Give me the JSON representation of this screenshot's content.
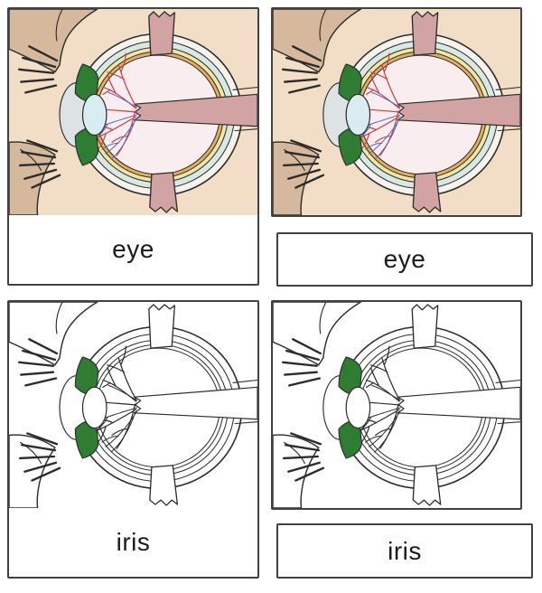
{
  "cards": {
    "eye_labeled": {
      "label": "eye",
      "variant": "colored"
    },
    "eye_picture": {
      "variant": "colored"
    },
    "eye_label": {
      "label": "eye"
    },
    "iris_labeled": {
      "label": "iris",
      "variant": "outline"
    },
    "iris_picture": {
      "variant": "outline"
    },
    "iris_label": {
      "label": "iris"
    }
  },
  "diagram": {
    "name": "human-eye-cross-section",
    "highlighted_part": "iris",
    "colors": {
      "skin": "#f2ddc7",
      "flesh": "#d6b89d",
      "sclera": "#f6f3ee",
      "ring1": "#d8e8e2",
      "ring2": "#f1e5a6",
      "ring3": "#e4ae62",
      "interior": "#f9edf0",
      "cornea": "#dde3e4",
      "lens": "#d8ecf2",
      "iris": "#2e7d33",
      "muscle": "#d2a3a3",
      "nerve": "#d2a3a3",
      "vesselRed": "#cf3d3d",
      "vesselBlue": "#5b63b4",
      "line": "#2b2b2b"
    }
  }
}
